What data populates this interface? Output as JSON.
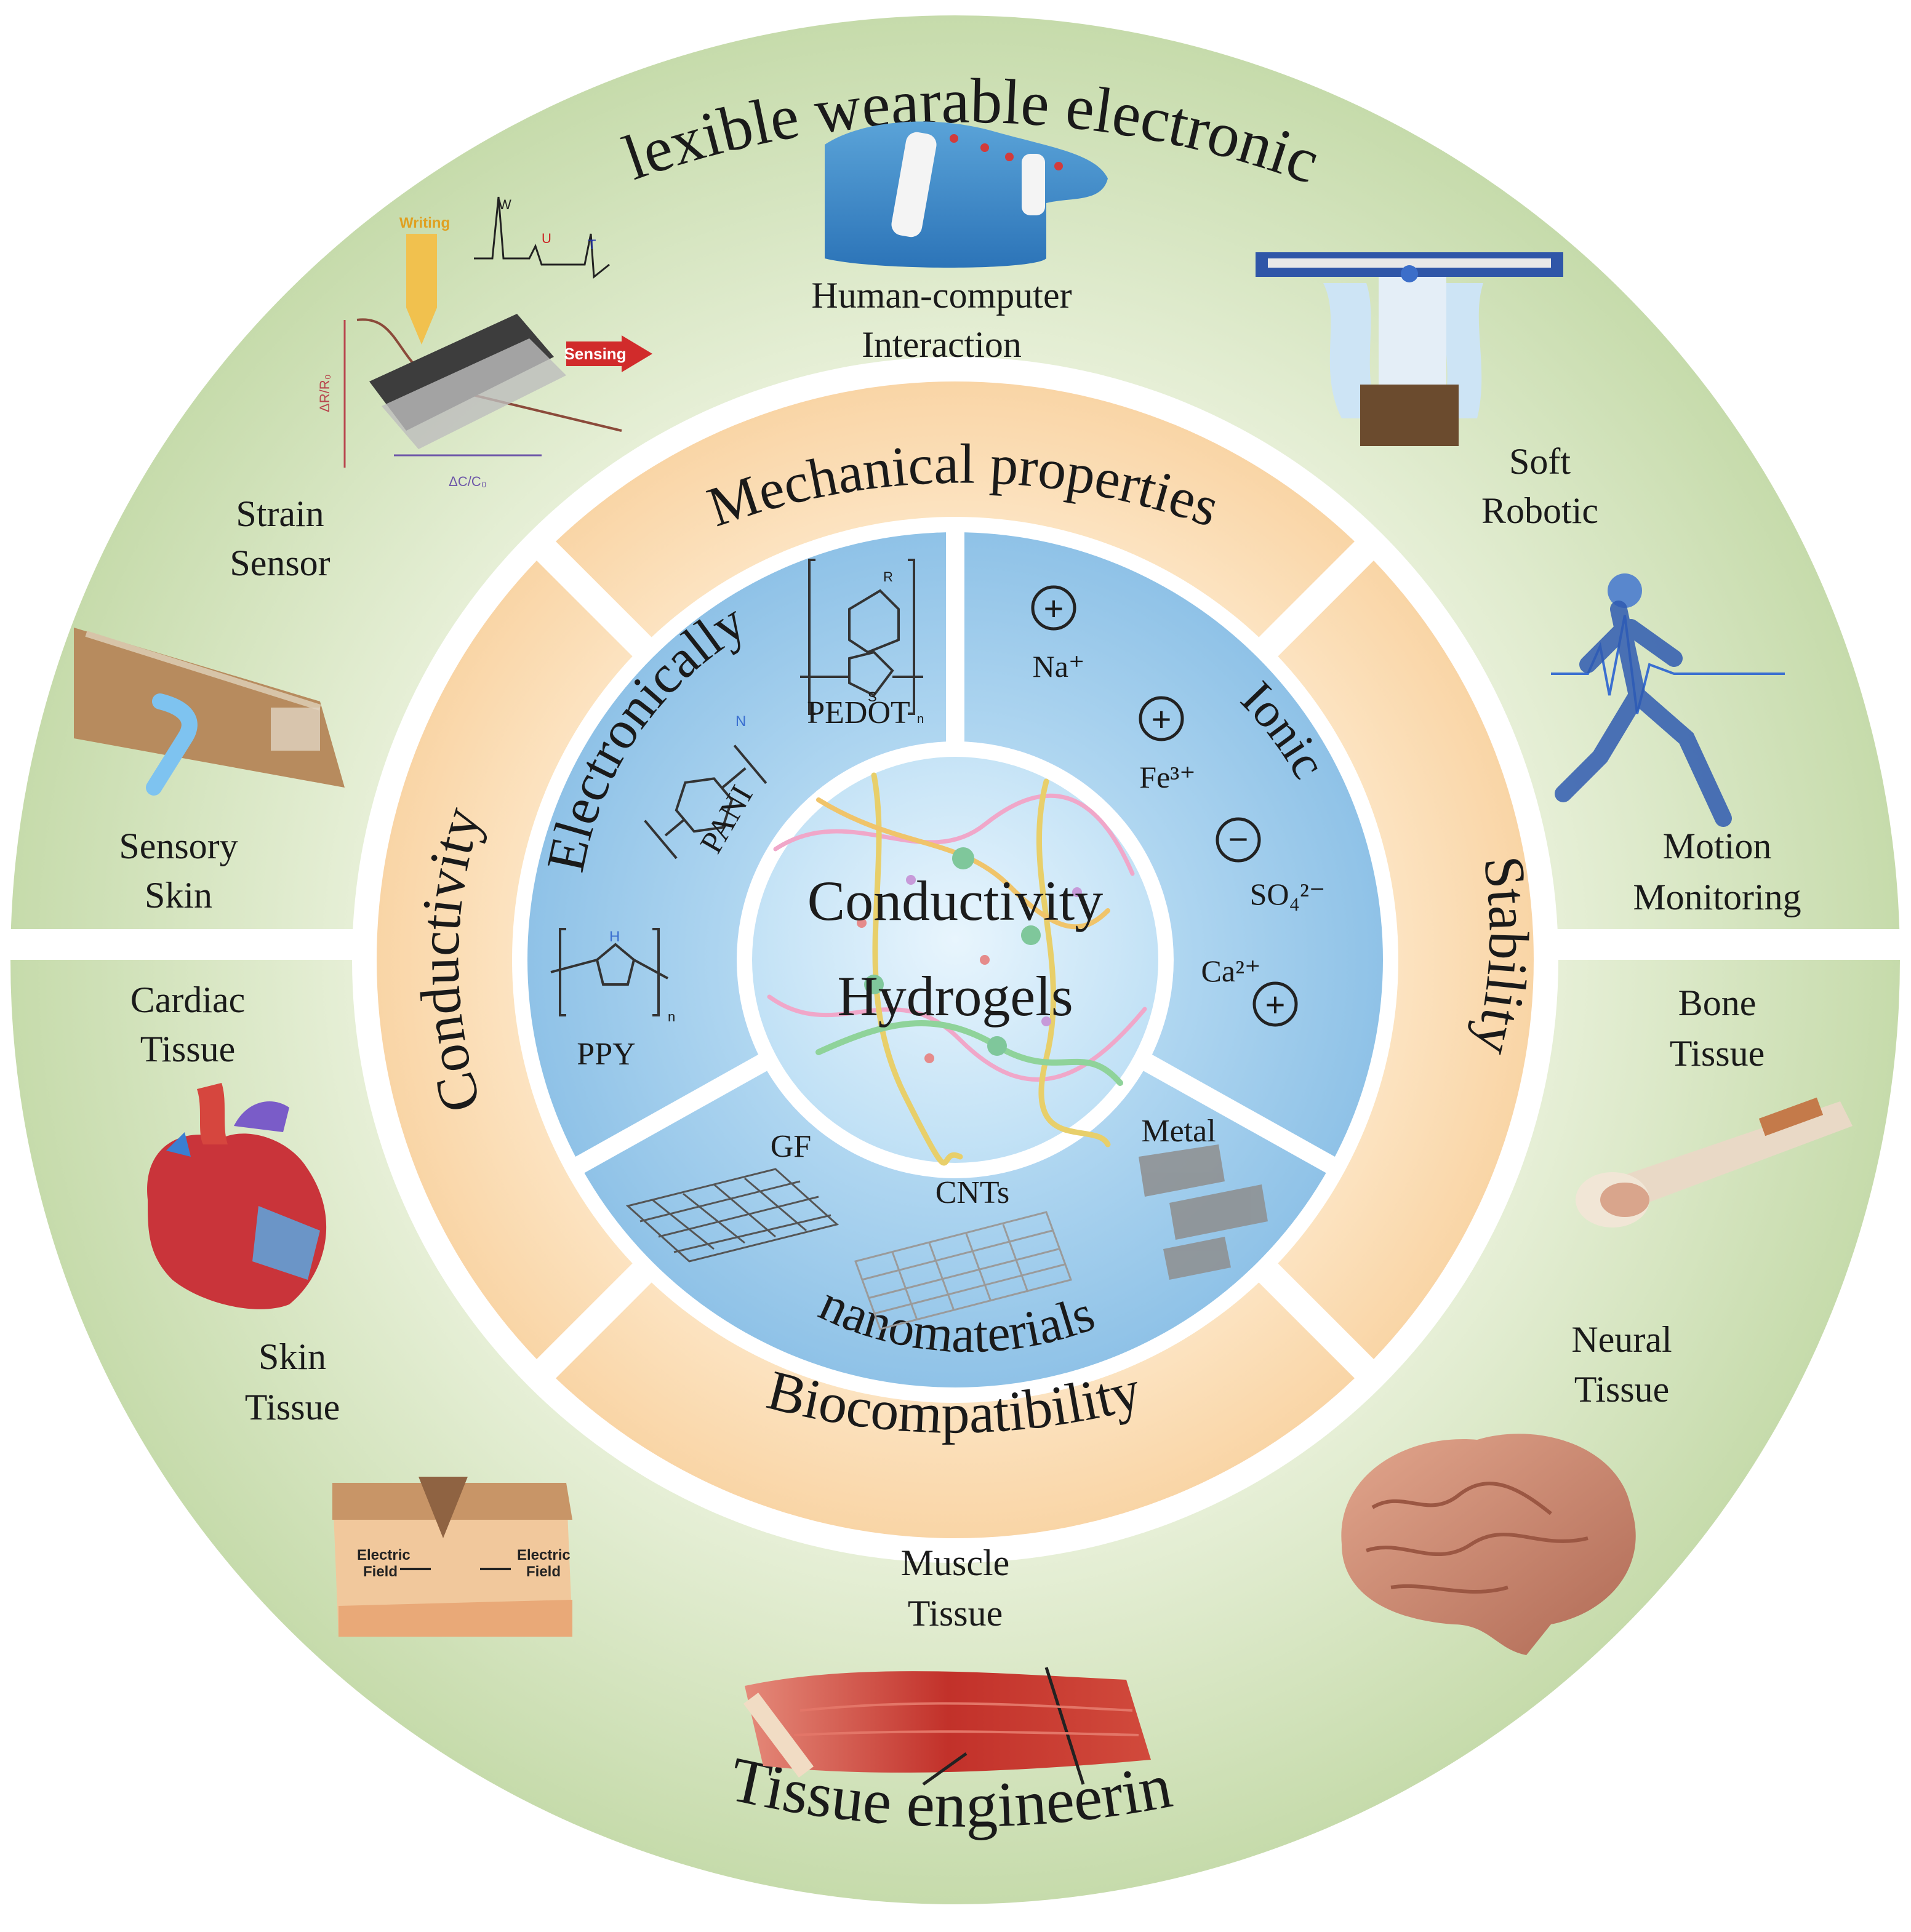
{
  "outer_ring": {
    "top_title": "Flexible wearable electronics",
    "bottom_title": "Tissue engineering",
    "wearable_items": {
      "hci": [
        "Human-computer",
        "Interaction"
      ],
      "strain": [
        "Strain",
        "Sensor"
      ],
      "sensory": [
        "Sensory",
        "Skin"
      ],
      "soft": [
        "Soft",
        "Robotic"
      ],
      "motion": [
        "Motion",
        "Monitoring"
      ]
    },
    "tissue_items": {
      "cardiac": [
        "Cardiac",
        "Tissue"
      ],
      "skin": [
        "Skin",
        "Tissue"
      ],
      "muscle": [
        "Muscle",
        "Tissue"
      ],
      "bone": [
        "Bone",
        "Tissue"
      ],
      "neural": [
        "Neural",
        "Tissue"
      ]
    },
    "strain_inset": {
      "writing": "Writing",
      "sensing": "Sensing",
      "w": "W",
      "u": "U",
      "t": "T",
      "dr": "ΔR/R₀",
      "dc": "ΔC/C₀"
    },
    "skin_inset": {
      "left": [
        "Electric",
        "Field"
      ],
      "right": [
        "Electric",
        "Field"
      ]
    }
  },
  "middle_ring": {
    "top": "Mechanical properties",
    "left": "Conductivity",
    "right": "Stability",
    "bottom": "Biocompatibility"
  },
  "inner_ring": {
    "electronic": {
      "title": "Electronically",
      "pedot": "PEDOT",
      "pani": "PANI",
      "ppy": "PPY",
      "r": "R",
      "s": "S",
      "n": "n",
      "h": "H",
      "nh": "N"
    },
    "ionic": {
      "title": "Ionic",
      "na": "Na⁺",
      "fe": "Fe³⁺",
      "so4": "SO₄²⁻",
      "ca": "Ca²⁺",
      "plus": "+",
      "minus": "−"
    },
    "nano": {
      "title": "nanomaterials",
      "gf": "GF",
      "cnts": "CNTs",
      "metal": "Metal"
    }
  },
  "center": {
    "line1": "Conductivity",
    "line2": "Hydrogels"
  },
  "colors": {
    "outer_green": "#c9dcaf",
    "ring_orange": "#fbdcb4",
    "inner_blue": "#9ccbeb",
    "core_blue": "#cfe8f7"
  }
}
